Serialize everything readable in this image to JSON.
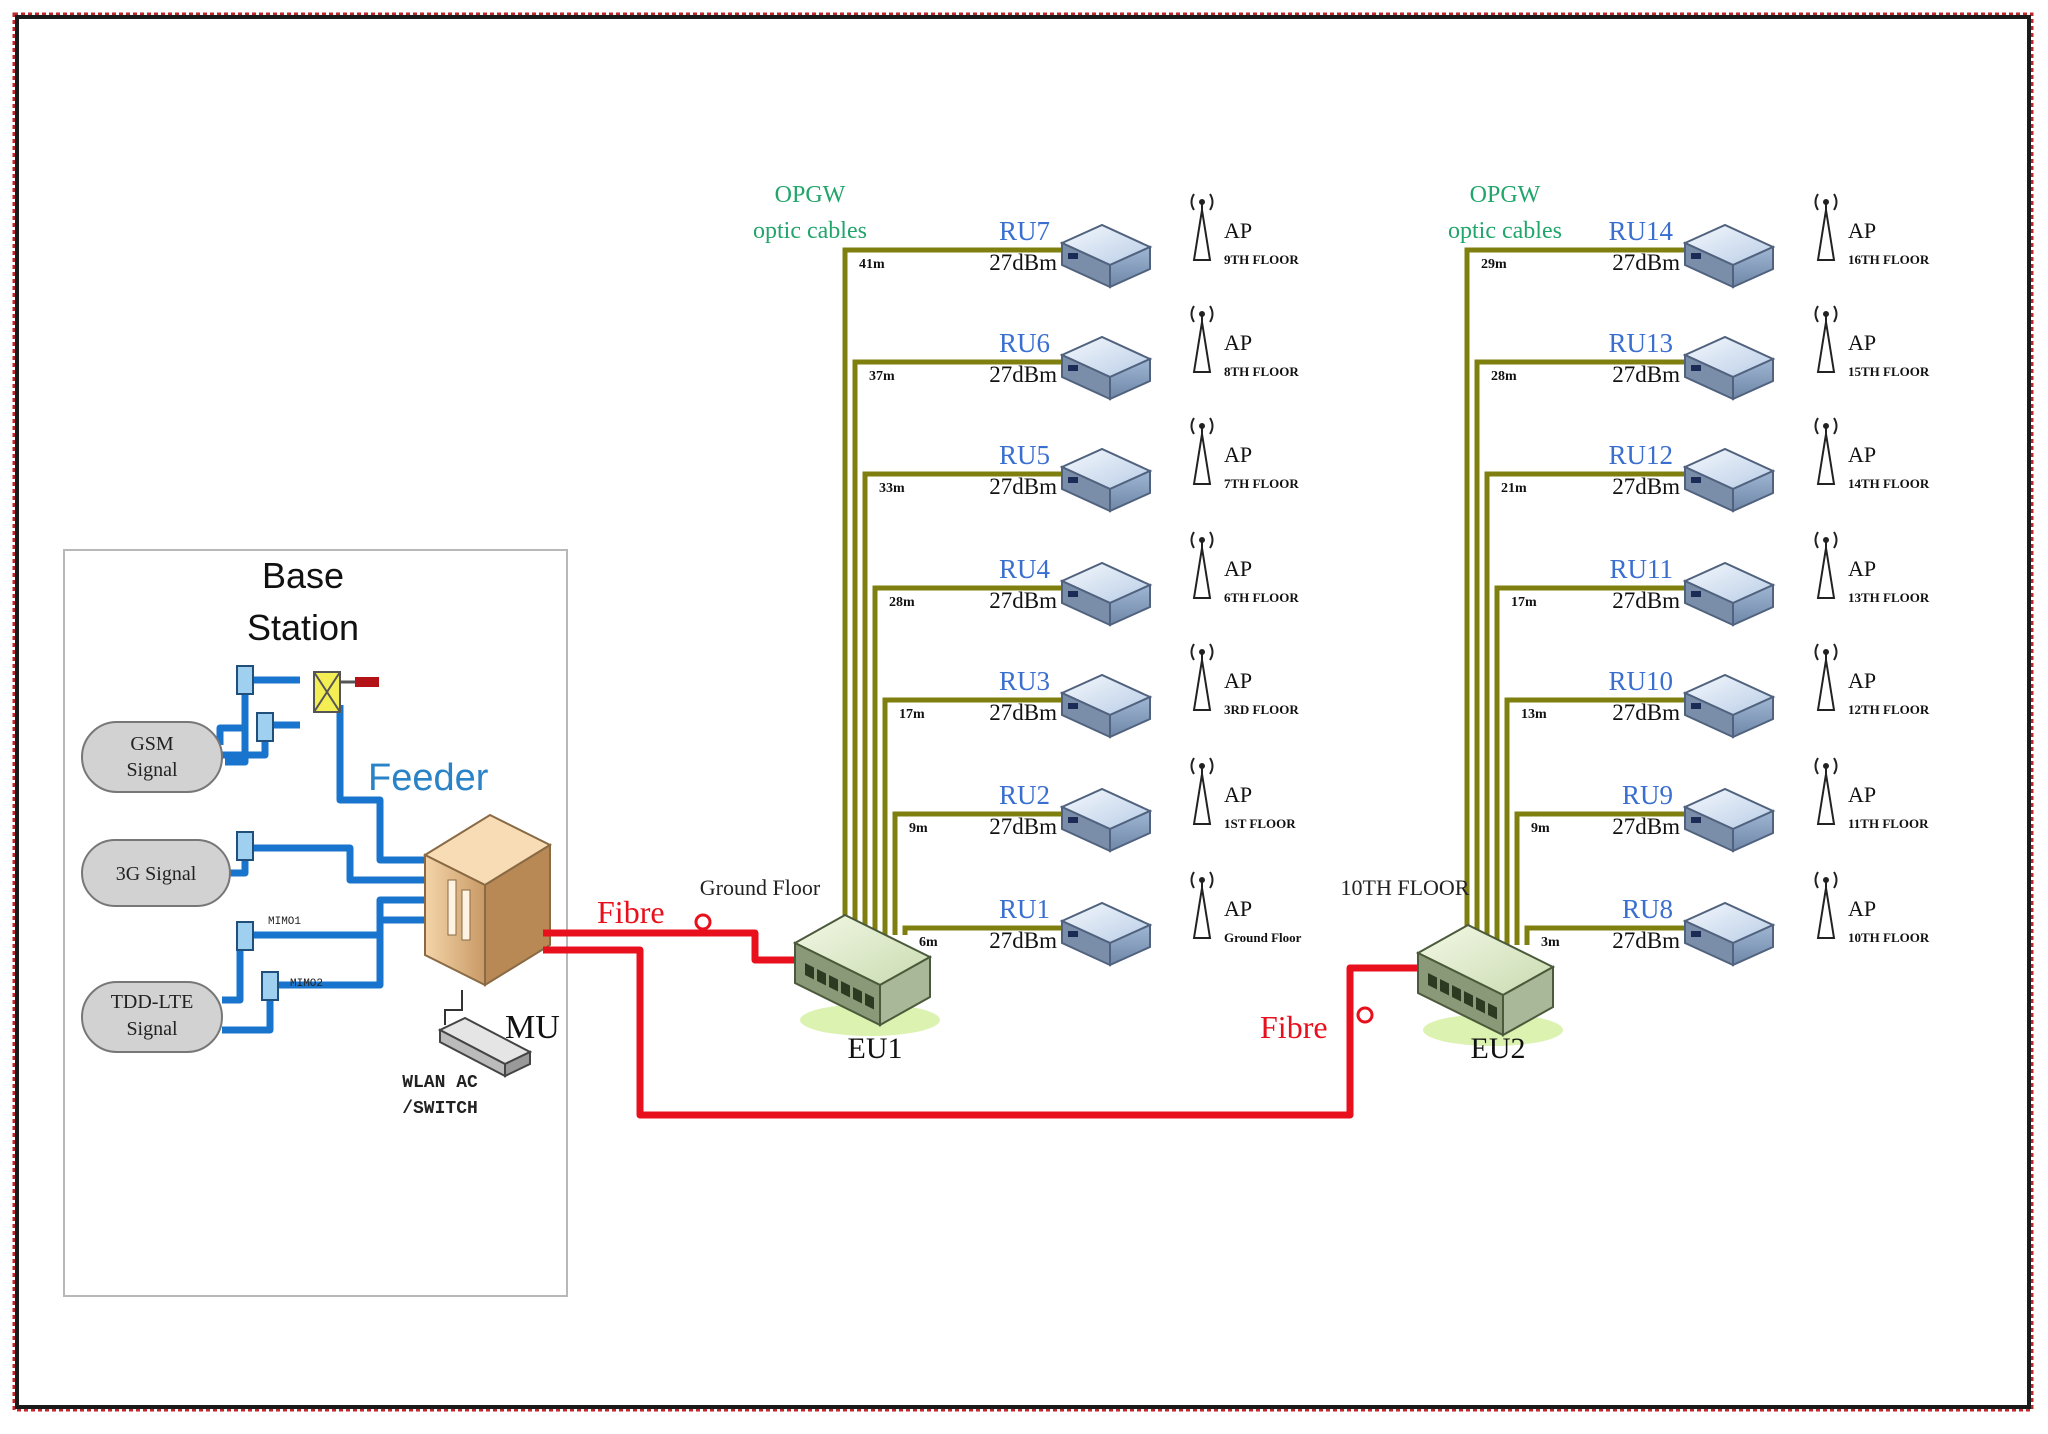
{
  "colors": {
    "fibre": "#e8101c",
    "opgw": "#7f7f10",
    "feeder": "#1874cd",
    "ru_label": "#3a6fd0",
    "opgw_label": "#22a56b",
    "frame": "#c0262e"
  },
  "base_station": {
    "title_line1": "Base",
    "title_line2": "Station",
    "feeder_label": "Feeder",
    "signals": [
      {
        "line1": "GSM",
        "line2": "Signal"
      },
      {
        "line1": "3G Signal",
        "line2": ""
      },
      {
        "line1": "TDD-LTE",
        "line2": "Signal"
      }
    ],
    "mimo1": "MIMO1",
    "mimo2": "MIMO2",
    "mu_label": "MU",
    "wlan_line1": "WLAN AC",
    "wlan_line2": "/SWITCH"
  },
  "fibre_label": "Fibre",
  "eu1": {
    "name": "EU1",
    "floor_label": "Ground Floor",
    "opgw_line1": "OPGW",
    "opgw_line2": "optic cables",
    "rus": [
      {
        "name": "RU7",
        "power": "27dBm",
        "dist": "41m",
        "ap": "AP",
        "floor": "9TH FLOOR"
      },
      {
        "name": "RU6",
        "power": "27dBm",
        "dist": "37m",
        "ap": "AP",
        "floor": "8TH FLOOR"
      },
      {
        "name": "RU5",
        "power": "27dBm",
        "dist": "33m",
        "ap": "AP",
        "floor": "7TH FLOOR"
      },
      {
        "name": "RU4",
        "power": "27dBm",
        "dist": "28m",
        "ap": "AP",
        "floor": "6TH FLOOR"
      },
      {
        "name": "RU3",
        "power": "27dBm",
        "dist": "17m",
        "ap": "AP",
        "floor": "3RD FLOOR"
      },
      {
        "name": "RU2",
        "power": "27dBm",
        "dist": "9m",
        "ap": "AP",
        "floor": "1ST FLOOR"
      },
      {
        "name": "RU1",
        "power": "27dBm",
        "dist": "6m",
        "ap": "AP",
        "floor": "Ground Floor"
      }
    ]
  },
  "eu2": {
    "name": "EU2",
    "floor_label": "10TH FLOOR",
    "fibre_label": "Fibre",
    "opgw_line1": "OPGW",
    "opgw_line2": "optic cables",
    "rus": [
      {
        "name": "RU14",
        "power": "27dBm",
        "dist": "29m",
        "ap": "AP",
        "floor": "16TH FLOOR"
      },
      {
        "name": "RU13",
        "power": "27dBm",
        "dist": "28m",
        "ap": "AP",
        "floor": "15TH FLOOR"
      },
      {
        "name": "RU12",
        "power": "27dBm",
        "dist": "21m",
        "ap": "AP",
        "floor": "14TH FLOOR"
      },
      {
        "name": "RU11",
        "power": "27dBm",
        "dist": "17m",
        "ap": "AP",
        "floor": "13TH FLOOR"
      },
      {
        "name": "RU10",
        "power": "27dBm",
        "dist": "13m",
        "ap": "AP",
        "floor": "12TH FLOOR"
      },
      {
        "name": "RU9",
        "power": "27dBm",
        "dist": "9m",
        "ap": "AP",
        "floor": "11TH FLOOR"
      },
      {
        "name": "RU8",
        "power": "27dBm",
        "dist": "3m",
        "ap": "AP",
        "floor": "10TH FLOOR"
      }
    ]
  }
}
